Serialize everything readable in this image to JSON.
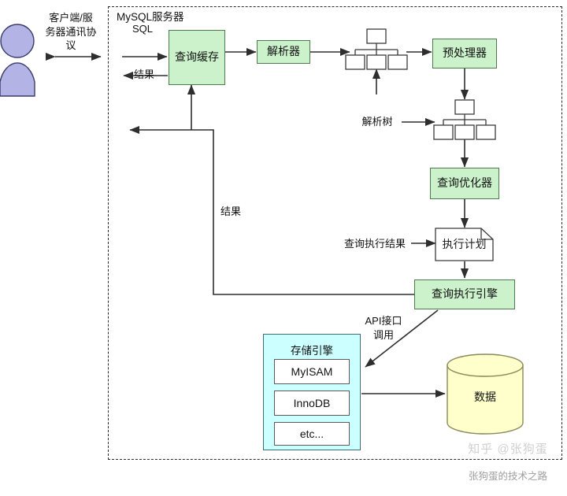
{
  "diagram": {
    "title": "MySQL服务器",
    "container_label": "MySQL服务器"
  },
  "actor": {
    "name": "client-actor",
    "protocol_label": "客户端/服\n务器通讯协\n议"
  },
  "edges": {
    "sql": "SQL",
    "result_top": "结果",
    "result_feedback": "结果",
    "parse_tree": "解析树",
    "query_exec_result": "查询执行结果",
    "api_call": "API接口\n调用"
  },
  "nodes": {
    "query_cache": "查询缓存",
    "parser": "解析器",
    "preprocessor": "预处理器",
    "optimizer": "查询优化器",
    "exec_plan": "执行计划",
    "exec_engine": "查询执行引擎"
  },
  "storage": {
    "title": "存储引擎",
    "engines": [
      "MyISAM",
      "InnoDB",
      "etc..."
    ]
  },
  "database": {
    "label": "数据"
  },
  "watermark": {
    "top": "知乎 @张狗蛋",
    "bottom": "张狗蛋的技术之路"
  },
  "colors": {
    "green_fill": "#ccf2cc",
    "green_stroke": "#4d7a4d",
    "cyan_fill": "#ccffff",
    "cyan_stroke": "#3c6e7a",
    "yellow_fill": "#ffffcc",
    "yellow_stroke": "#8a8a5a",
    "actor_fill": "#b3b3e6",
    "actor_stroke": "#3b3b6b",
    "line": "#3a3a3a"
  }
}
